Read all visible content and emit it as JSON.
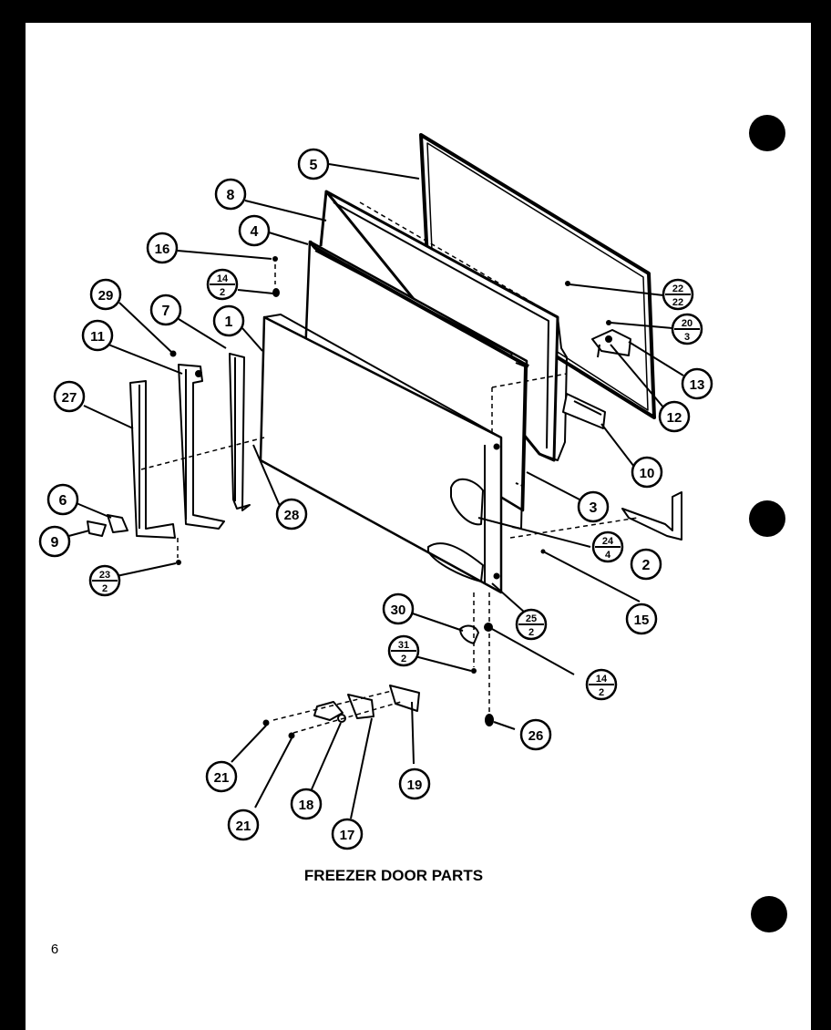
{
  "diagram": {
    "title": "FREEZER DOOR PARTS",
    "page_number": "6",
    "callouts": [
      {
        "id": "c5",
        "label": "5"
      },
      {
        "id": "c8",
        "label": "8"
      },
      {
        "id": "c4",
        "label": "4"
      },
      {
        "id": "c16",
        "label": "16"
      },
      {
        "id": "c14a",
        "label": "14",
        "sub": "2"
      },
      {
        "id": "c29",
        "label": "29"
      },
      {
        "id": "c7",
        "label": "7"
      },
      {
        "id": "c1",
        "label": "1"
      },
      {
        "id": "c11",
        "label": "11"
      },
      {
        "id": "c27",
        "label": "27"
      },
      {
        "id": "c22",
        "label": "22",
        "sub": "22"
      },
      {
        "id": "c20",
        "label": "20",
        "sub": "3"
      },
      {
        "id": "c13",
        "label": "13"
      },
      {
        "id": "c12",
        "label": "12"
      },
      {
        "id": "c10",
        "label": "10"
      },
      {
        "id": "c3",
        "label": "3"
      },
      {
        "id": "c24",
        "label": "24",
        "sub": "4"
      },
      {
        "id": "c2",
        "label": "2"
      },
      {
        "id": "c15",
        "label": "15"
      },
      {
        "id": "c28",
        "label": "28"
      },
      {
        "id": "c6",
        "label": "6"
      },
      {
        "id": "c9",
        "label": "9"
      },
      {
        "id": "c23",
        "label": "23",
        "sub": "2"
      },
      {
        "id": "c30",
        "label": "30"
      },
      {
        "id": "c25",
        "label": "25",
        "sub": "2"
      },
      {
        "id": "c31",
        "label": "31",
        "sub": "2"
      },
      {
        "id": "c14b",
        "label": "14",
        "sub": "2"
      },
      {
        "id": "c26",
        "label": "26"
      },
      {
        "id": "c21a",
        "label": "21"
      },
      {
        "id": "c18",
        "label": "18"
      },
      {
        "id": "c19",
        "label": "19"
      },
      {
        "id": "c21b",
        "label": "21"
      },
      {
        "id": "c17",
        "label": "17"
      }
    ]
  }
}
